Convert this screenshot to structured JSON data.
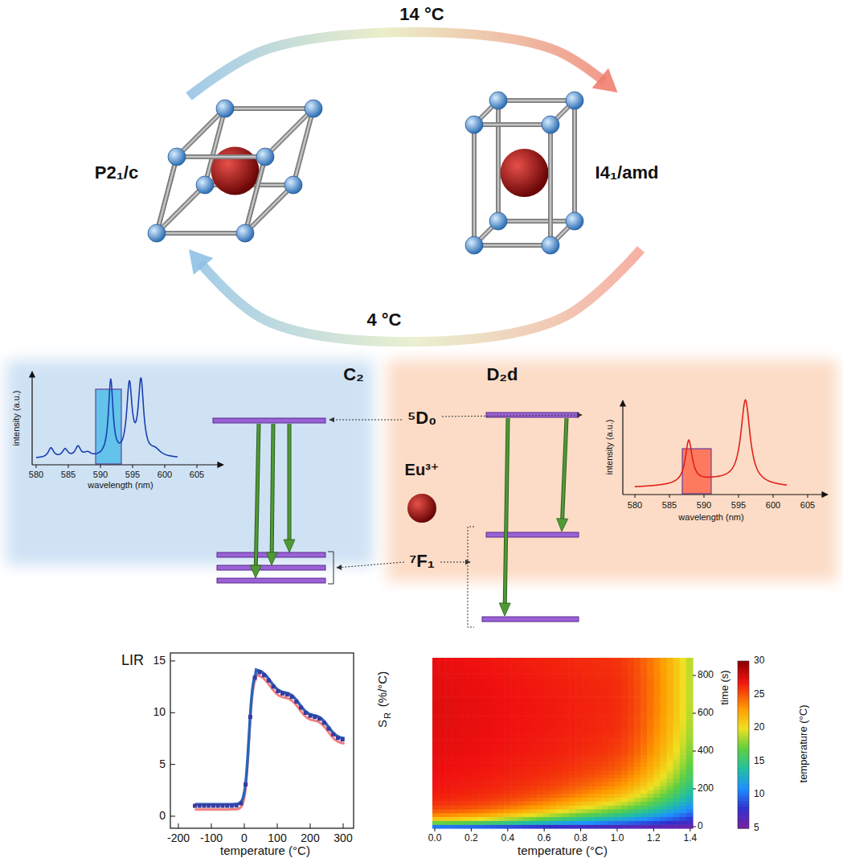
{
  "diagram": {
    "nodes": [
      {
        "text": [
          "P2₁/c"
        ]
      },
      {
        "text": [
          "I4₁/amd"
        ]
      },
      {
        "text": [
          "C₂"
        ]
      },
      {
        "text": [
          "D₂d"
        ]
      }
    ],
    "edges": [
      {
        "from": 0,
        "to": 1,
        "arrow": "to",
        "label": "14 °C"
      },
      {
        "from": 1,
        "to": 0,
        "arrow": "to",
        "label": "4 °C"
      }
    ],
    "labels": [
      "⁵D₀",
      "Eu³⁺",
      "⁷F₁",
      "intensity (a.u.)",
      "wavelength (nm)",
      "580",
      "585",
      "590",
      "595",
      "600",
      "605",
      "intensity (a.u.)",
      "wavelength (nm)",
      "580",
      "585",
      "590",
      "595",
      "600",
      "605",
      "LIR",
      "15",
      "10",
      "5",
      "0",
      "-200",
      "-100",
      "0",
      "100",
      "200",
      "300",
      "temperature (°C)",
      "S",
      "R",
      "(%/°C)",
      "time (s)",
      "800",
      "600",
      "400",
      "200",
      "0",
      "30",
      "25",
      "20",
      "15",
      "10",
      "5",
      "temperature (°C)",
      "0.0",
      "0.2",
      "0.4",
      "0.6",
      "0.8",
      "1.0",
      "1.2",
      "1.4",
      "temperature (°C)"
    ]
  }
}
